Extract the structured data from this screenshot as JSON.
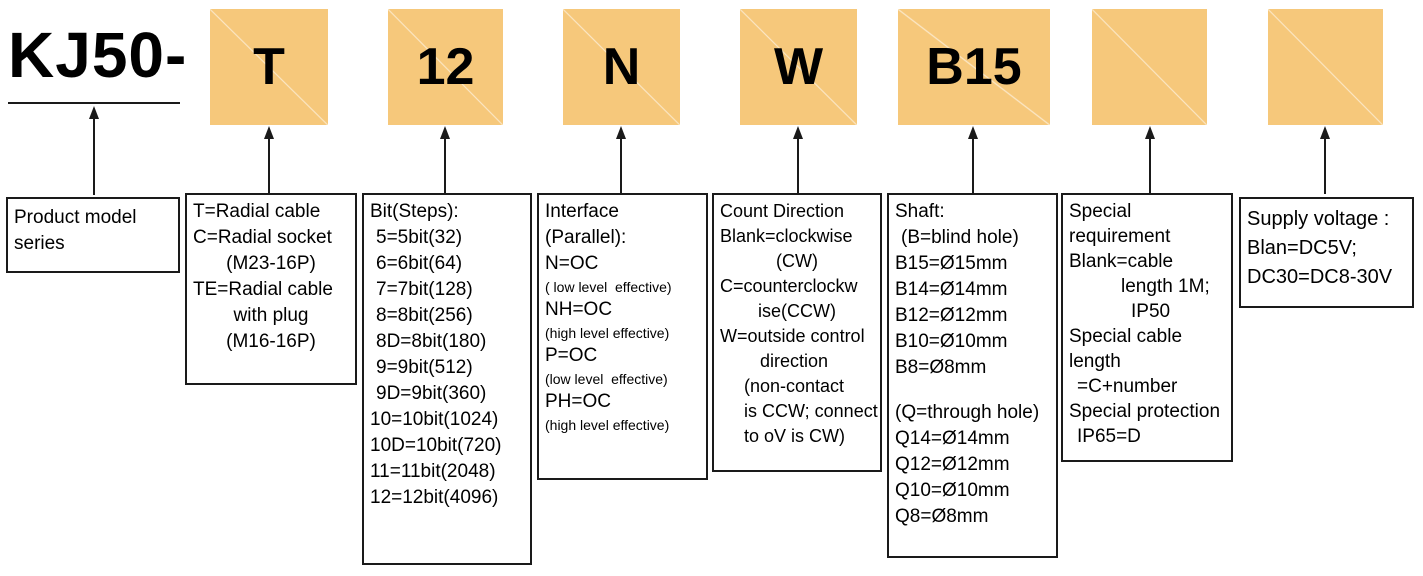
{
  "colors": {
    "code_box": "#F6C87B",
    "line": "#1a1a1a"
  },
  "series": {
    "label": "KJ50-"
  },
  "codes": [
    "T",
    "12",
    "N",
    "W",
    "B15",
    "",
    ""
  ],
  "boxes": {
    "series": [
      "Product model",
      "series"
    ],
    "cable": [
      "T=Radial cable",
      "C=Radial socket",
      "(M23-16P)",
      "TE=Radial cable",
      "with plug",
      "(M16-16P)"
    ],
    "bits": [
      "Bit(Steps):",
      "5=5bit(32)",
      "6=6bit(64)",
      "7=7bit(128)",
      "8=8bit(256)",
      "8D=8bit(180)",
      "9=9bit(512)",
      "9D=9bit(360)",
      "10=10bit(1024)",
      "10D=10bit(720)",
      "11=11bit(2048)",
      "12=12bit(4096)"
    ],
    "interface": [
      "Interface",
      "(Parallel):",
      "N=OC",
      "( low level  effective)",
      "NH=OC",
      "(high level effective)",
      "P=OC",
      "(low level  effective)",
      "PH=OC",
      "(high level effective)"
    ],
    "direction": [
      "Count Direction",
      "Blank=clockwise",
      "(CW)",
      "C=counterclockw",
      "ise(CCW)",
      "W=outside control",
      "direction",
      "(non-contact",
      "is CCW; connect",
      "to oV is CW)"
    ],
    "shaft": [
      "Shaft:",
      "(B=blind hole)",
      "B15=Ø15mm",
      "B14=Ø14mm",
      "B12=Ø12mm",
      "B10=Ø10mm",
      "B8=Ø8mm",
      "",
      "(Q=through hole)",
      "Q14=Ø14mm",
      "Q12=Ø12mm",
      "Q10=Ø10mm",
      "Q8=Ø8mm"
    ],
    "special": [
      "Special",
      "requirement",
      "Blank=cable",
      "length 1M;",
      "IP50",
      "Special cable",
      "length",
      "=C+number",
      "Special protection",
      "IP65=D"
    ],
    "voltage": [
      "Supply voltage :",
      "Blan=DC5V;",
      "DC30=DC8-30V"
    ]
  }
}
